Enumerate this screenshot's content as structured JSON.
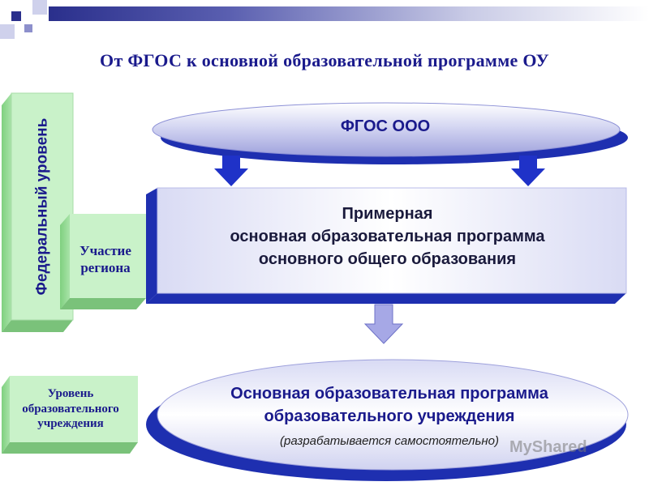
{
  "title": "От ФГОС к основной образовательной программе ОУ",
  "levels": {
    "federal": "Федеральный уровень",
    "region": [
      "Участие",
      "региона"
    ],
    "school": [
      "Уровень",
      "образовательного",
      "учреждения"
    ]
  },
  "fgos": {
    "label": "ФГОС ООО"
  },
  "sample_program": {
    "lines": [
      "Примерная",
      "основная образовательная программа",
      "основного общего образования"
    ]
  },
  "main_program": {
    "lines": [
      "Основная образовательная программа",
      "образовательного учреждения"
    ],
    "note": "(разрабатывается самостоятельно)"
  },
  "watermark": "MyShared",
  "colors": {
    "title": "#1a1a8c",
    "box_green": "#c9f2c9",
    "box_lavender": "#e9e9f8",
    "shadow_blue": "#1e2fb0",
    "arrow_blue": "#1f32c8",
    "arrow_light": "#a6a8e6"
  }
}
